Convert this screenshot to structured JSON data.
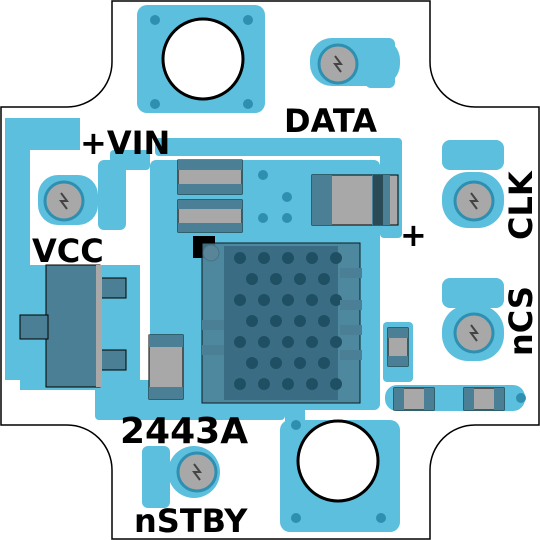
{
  "board": {
    "labels": {
      "vin": "+VIN",
      "data": "DATA",
      "vcc": "VCC",
      "clk": "CLK",
      "ncs": "nCS",
      "plus": "+",
      "part": "2443A",
      "nstby": "nSTBY"
    },
    "colors": {
      "board": "#ffffff",
      "copper": "#5bbfdd",
      "copper_dark": "#2f8fb0",
      "package": "#4b7f95",
      "pad_grey": "#a8a8a8",
      "ink": "#000000"
    }
  }
}
